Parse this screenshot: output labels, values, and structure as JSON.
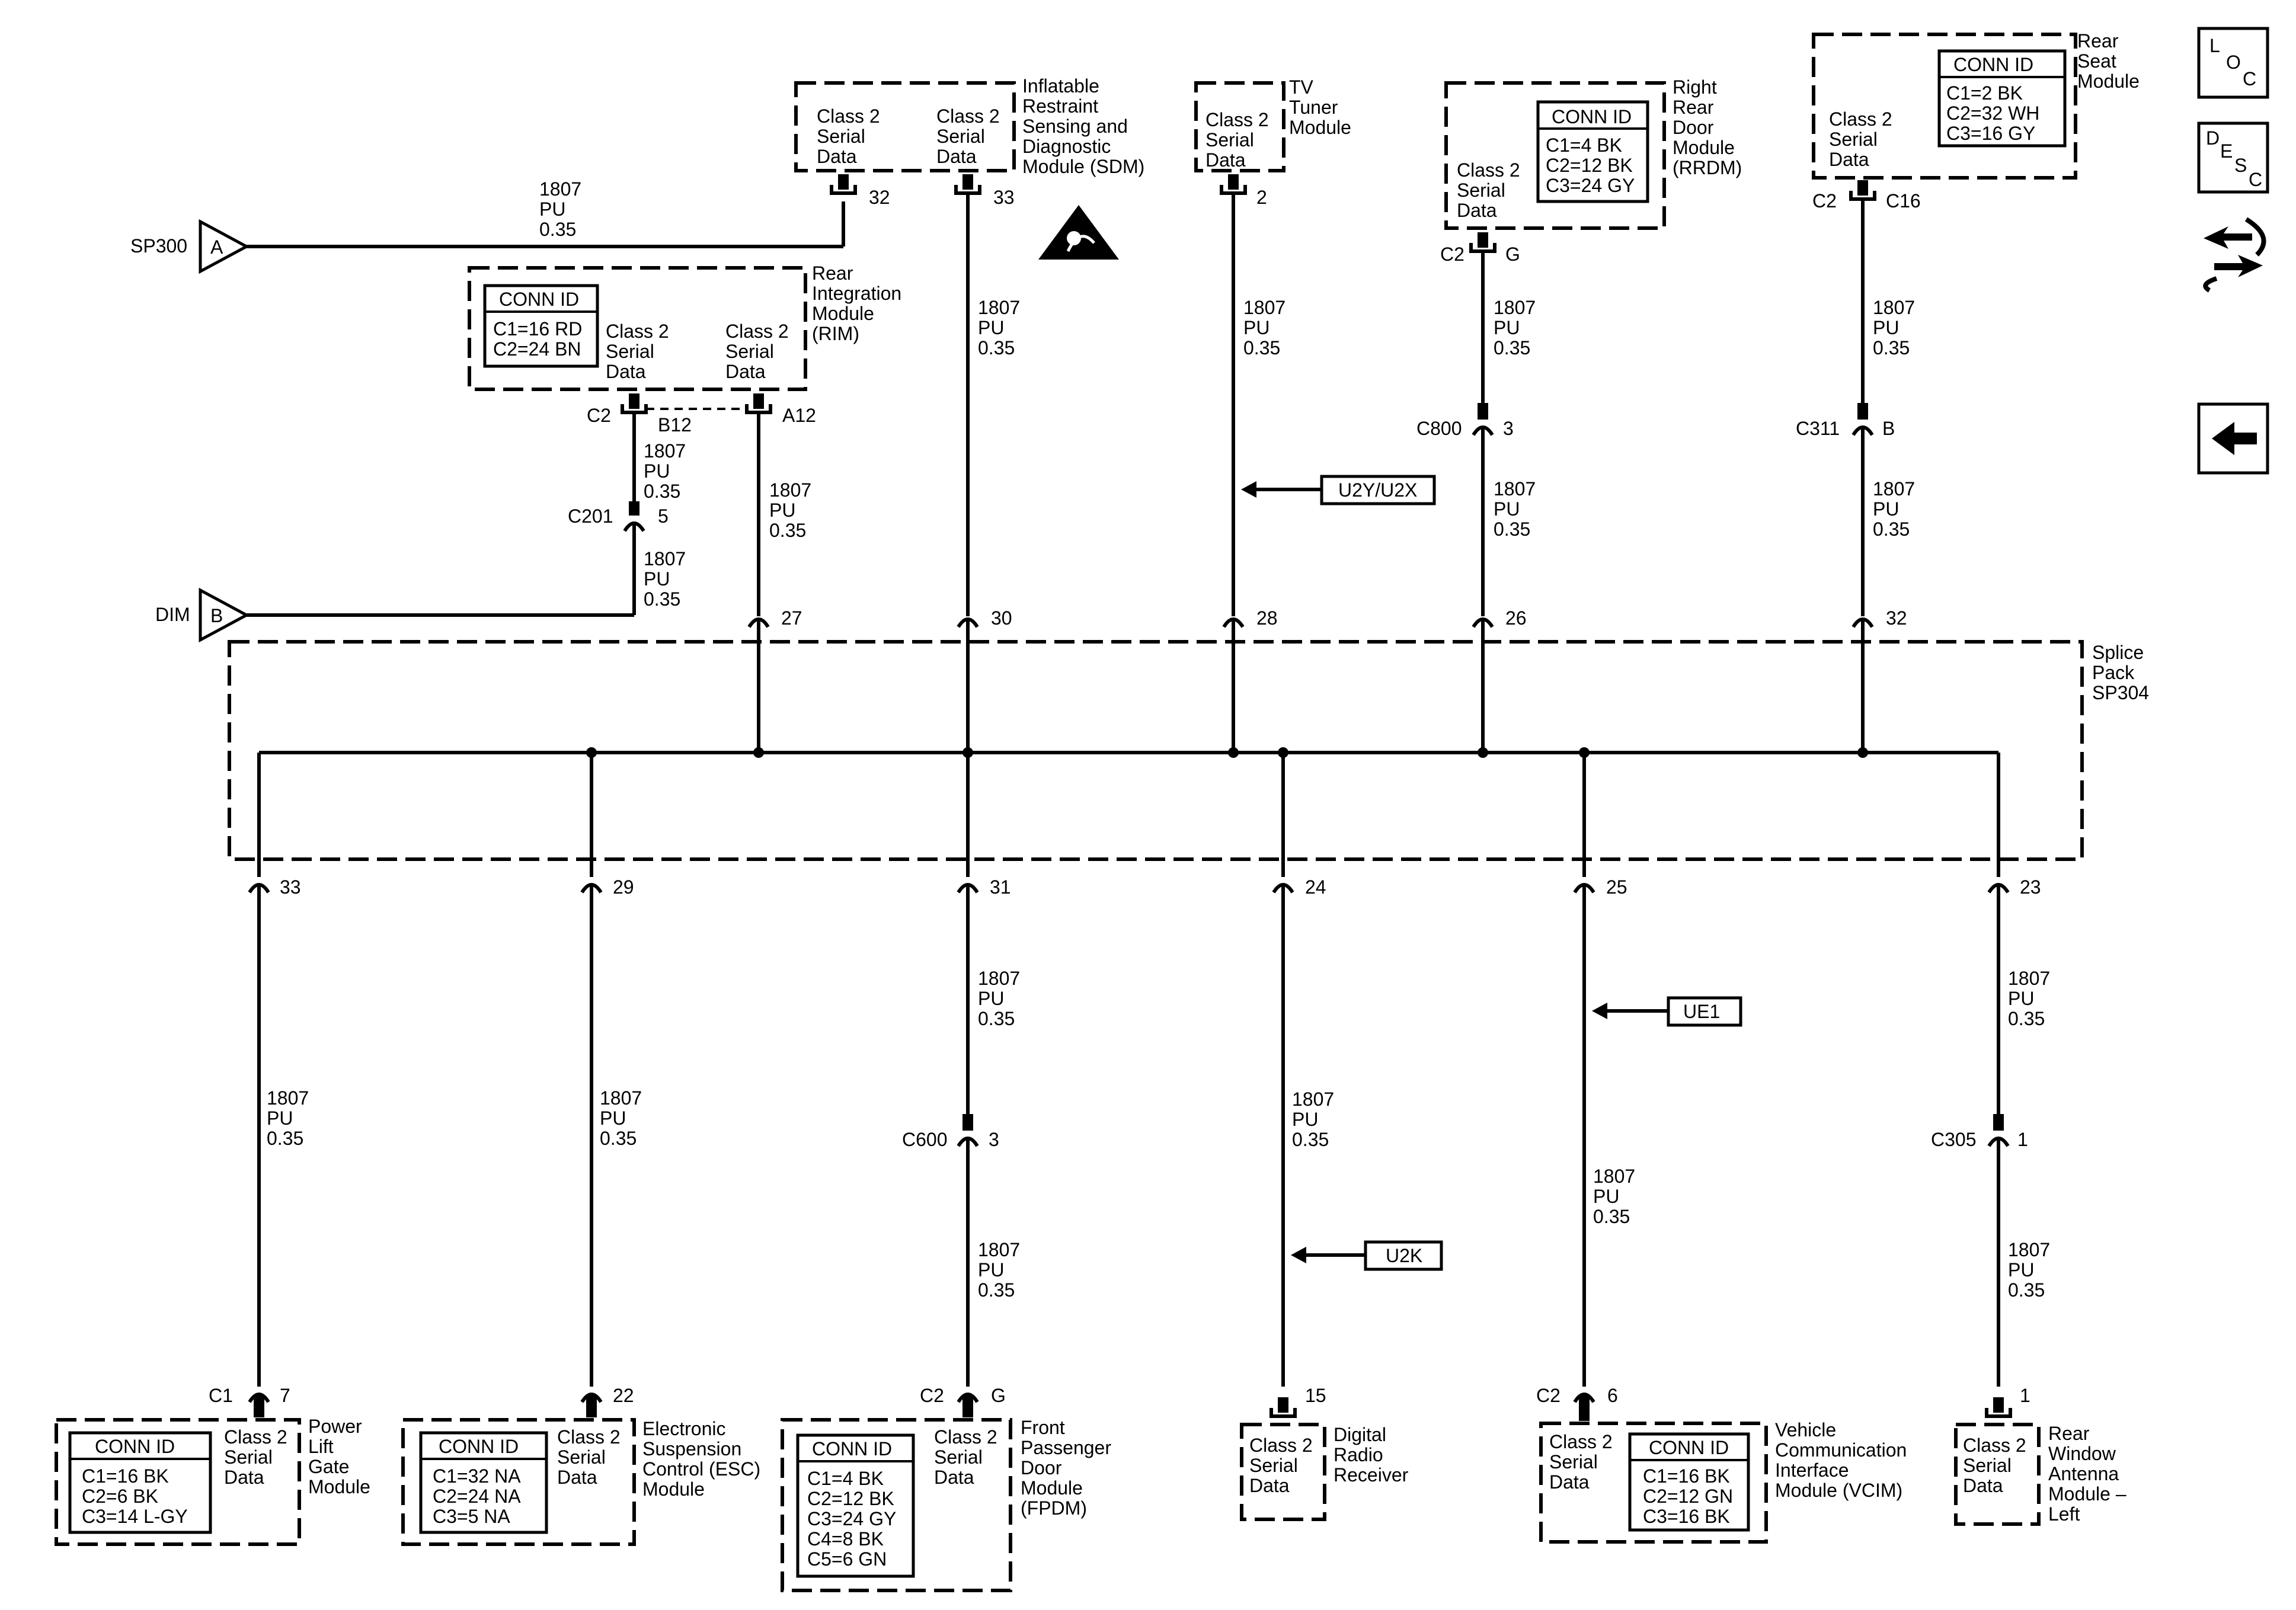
{
  "common": {
    "class2": [
      "Class 2",
      "Serial",
      "Data"
    ]
  },
  "offpage": [
    {
      "label": "SP300",
      "letter": "A"
    },
    {
      "label": "DIM",
      "letter": "B"
    }
  ],
  "top_modules": {
    "sdm": {
      "name": [
        "Inflatable",
        "Restraint",
        "Sensing and",
        "Diagnostic",
        "Module (SDM)"
      ],
      "pins": [
        "32",
        "33"
      ]
    },
    "tv": {
      "name": [
        "TV",
        "Tuner",
        "Module"
      ],
      "pin": "2"
    },
    "rrdm": {
      "name": [
        "Right",
        "Rear",
        "Door",
        "Module",
        "(RRDM)"
      ],
      "conn_id": "CONN ID",
      "conns": [
        "C1=4 BK",
        "C2=12 BK",
        "C3=24 GY"
      ],
      "connector": "C2",
      "pin": "G"
    },
    "rsm": {
      "name": [
        "Rear",
        "Seat",
        "Module"
      ],
      "conn_id": "CONN ID",
      "conns": [
        "C1=2 BK",
        "C2=32 WH",
        "C3=16 GY"
      ],
      "connector": "C2",
      "pin": "C16"
    },
    "rim": {
      "name": [
        "Rear",
        "Integration",
        "Module",
        "(RIM)"
      ],
      "conn_id": "CONN ID",
      "conns": [
        "C1=16 RD",
        "C2=24 BN"
      ],
      "connector": "C2",
      "pins": [
        "B12",
        "A12"
      ]
    }
  },
  "wire": [
    "1807",
    "PU",
    "0.35"
  ],
  "inline_connectors": [
    {
      "id": "C201",
      "pin": "5"
    },
    {
      "id": "C800",
      "pin": "3"
    },
    {
      "id": "C311",
      "pin": "B"
    },
    {
      "id": "C600",
      "pin": "3"
    },
    {
      "id": "C305",
      "pin": "1"
    }
  ],
  "option_tags": [
    "U2Y/U2X",
    "UE1",
    "U2K"
  ],
  "splice": {
    "name": [
      "Splice",
      "Pack",
      "SP304"
    ],
    "top_pins": [
      "27",
      "30",
      "28",
      "26",
      "32"
    ],
    "bottom_pins": [
      "33",
      "29",
      "31",
      "24",
      "25",
      "23"
    ]
  },
  "bottom_modules": {
    "plg": {
      "name": [
        "Power",
        "Lift",
        "Gate",
        "Module"
      ],
      "conn_id": "CONN ID",
      "conns": [
        "C1=16 BK",
        "C2=6 BK",
        "C3=14 L-GY"
      ],
      "connector": "C1",
      "pin": "7"
    },
    "esc": {
      "name": [
        "Electronic",
        "Suspension",
        "Control (ESC)",
        "Module"
      ],
      "conn_id": "CONN ID",
      "conns": [
        "C1=32 NA",
        "C2=24 NA",
        "C3=5 NA"
      ],
      "pin": "22"
    },
    "fpdm": {
      "name": [
        "Front",
        "Passenger",
        "Door",
        "Module",
        "(FPDM)"
      ],
      "conn_id": "CONN ID",
      "conns": [
        "C1=4 BK",
        "C2=12 BK",
        "C3=24 GY",
        "C4=8 BK",
        "C5=6 GN"
      ],
      "connector": "C2",
      "pin": "G"
    },
    "drr": {
      "name": [
        "Digital",
        "Radio",
        "Receiver"
      ],
      "pin": "15"
    },
    "vcim": {
      "name": [
        "Vehicle",
        "Communication",
        "Interface",
        "Module (VCIM)"
      ],
      "conn_id": "CONN ID",
      "conns": [
        "C1=16 BK",
        "C2=12 GN",
        "C3=16 BK"
      ],
      "connector": "C2",
      "pin": "6"
    },
    "rwa": {
      "name": [
        "Rear",
        "Window",
        "Antenna",
        "Module –",
        "Left"
      ],
      "pin": "1"
    }
  },
  "nav": {
    "loc": [
      "L",
      "O",
      "C"
    ],
    "desc": [
      "D",
      "E",
      "S",
      "C"
    ],
    "icons": [
      "swap-arrows-icon",
      "back-arrow-icon"
    ]
  }
}
